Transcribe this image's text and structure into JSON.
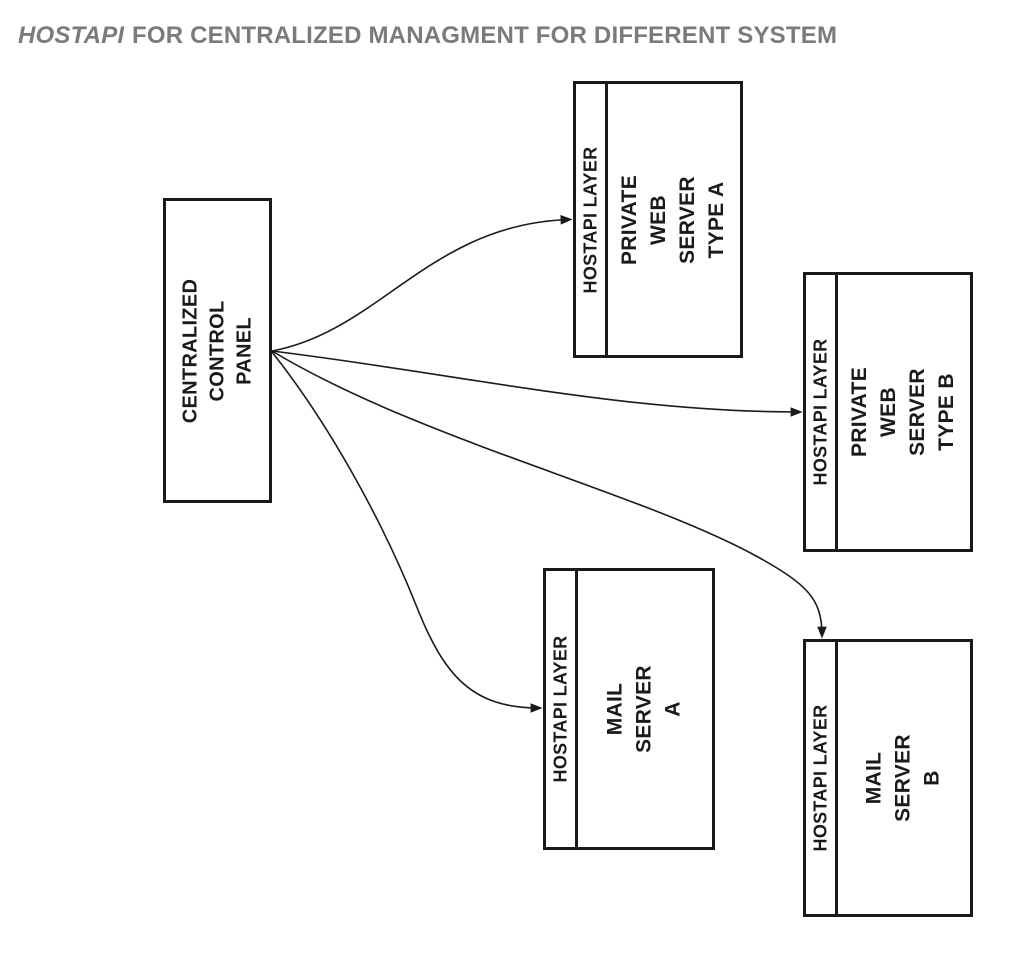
{
  "title": {
    "brand": "HOSTAPI",
    "rest": "FOR CENTRALIZED MANAGMENT FOR DIFFERENT SYSTEM"
  },
  "colors": {
    "line": "#1a1a1a",
    "title": "#7b7b7b",
    "background": "#ffffff"
  },
  "nodes": {
    "control_panel": {
      "label": "CENTRALIZED\nCONTROL PANEL"
    },
    "web_server_a": {
      "strip": "HOSTAPI LAYER",
      "label": "PRIVATE\nWEB SERVER\nTYPE A"
    },
    "web_server_b": {
      "strip": "HOSTAPI LAYER",
      "label": "PRIVATE\nWEB SERVER\nTYPE B"
    },
    "mail_server_a": {
      "strip": "HOSTAPI LAYER",
      "label": "MAIL SERVER A"
    },
    "mail_server_b": {
      "strip": "HOSTAPI LAYER",
      "label": "MAIL SERVER B"
    }
  },
  "edges": [
    {
      "from": "centralized-control-panel",
      "to": "private-web-server-type-a"
    },
    {
      "from": "centralized-control-panel",
      "to": "private-web-server-type-b"
    },
    {
      "from": "centralized-control-panel",
      "to": "mail-server-a"
    },
    {
      "from": "centralized-control-panel",
      "to": "mail-server-b"
    }
  ]
}
